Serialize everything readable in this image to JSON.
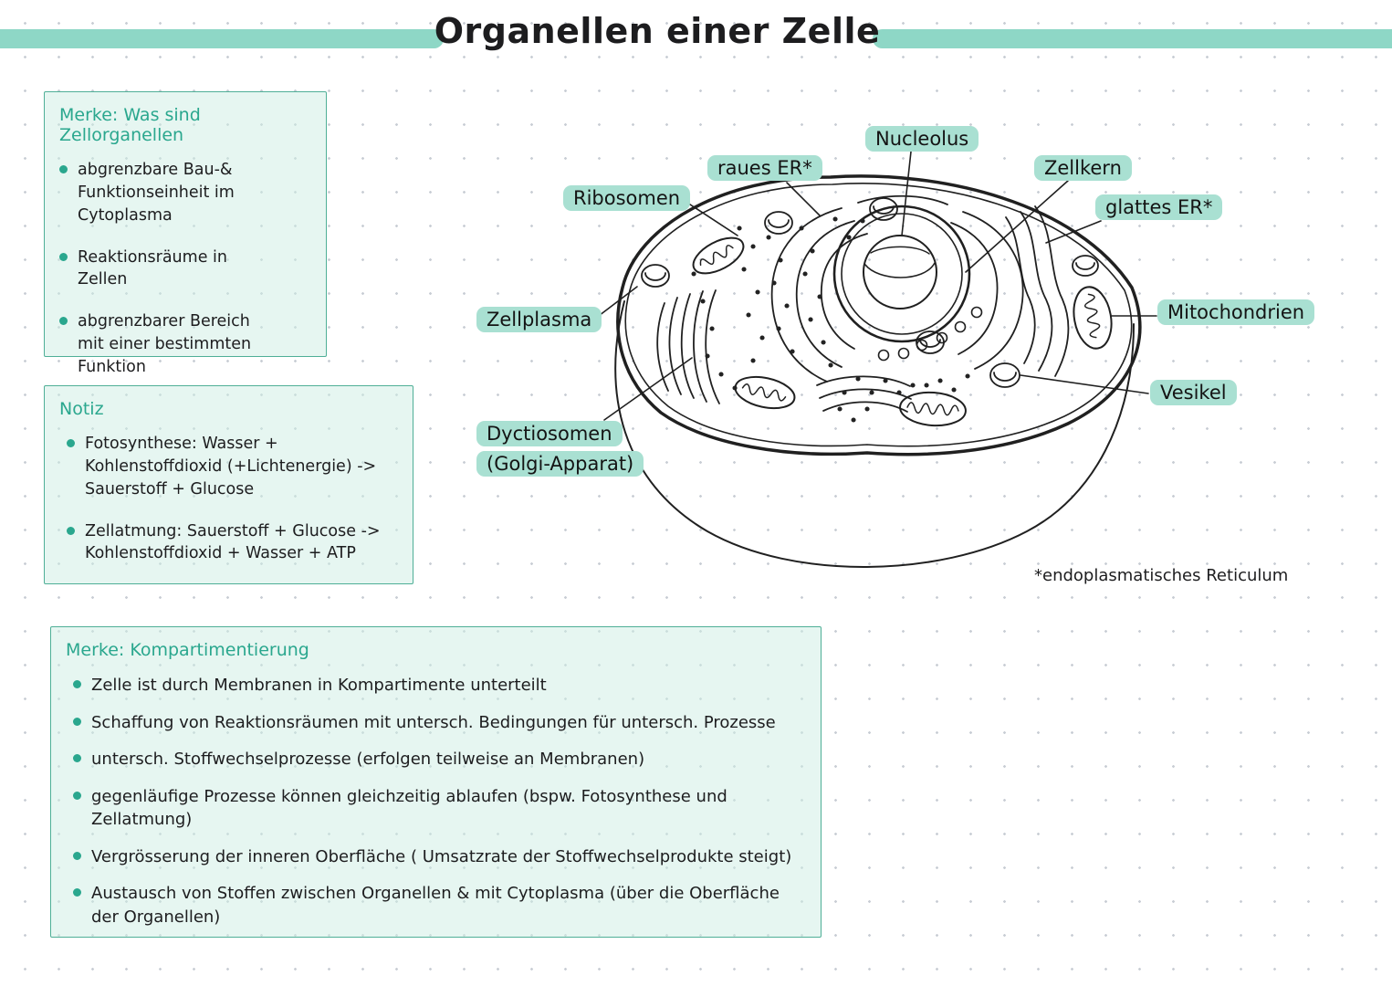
{
  "title": "Organellen einer Zelle",
  "boxes": {
    "merke1": {
      "heading": "Merke: Was sind Zellorganellen",
      "items": [
        "abgrenzbare Bau-& Funktionseinheit im Cytoplasma",
        "Reaktionsräume in Zellen",
        "abgrenzbarer Bereich mit einer bestimmten Funktion"
      ]
    },
    "notiz": {
      "heading": "Notiz",
      "items": [
        "Fotosynthese: Wasser + Kohlenstoffdioxid (+Lichtenergie) -> Sauerstoff + Glucose",
        "Zellatmung: Sauerstoff + Glucose -> Kohlenstoffdioxid + Wasser + ATP"
      ]
    },
    "komp": {
      "heading": "Merke: Kompartimentierung",
      "items": [
        "Zelle ist durch Membranen in Kompartimente unterteilt",
        "Schaffung von Reaktionsräumen mit untersch. Bedingungen für untersch. Prozesse",
        "untersch. Stoffwechselprozesse (erfolgen teilweise an Membranen)",
        "gegenläufige Prozesse können gleichzeitig ablaufen (bspw. Fotosynthese und Zellatmung)",
        "Vergrösserung der inneren Oberfläche ( Umsatzrate der Stoffwechselprodukte steigt)",
        "Austausch von Stoffen zwischen Organellen & mit Cytoplasma (über die Oberfläche der Organellen)"
      ]
    }
  },
  "diagram": {
    "labels": {
      "nucleolus": "Nucleolus",
      "raues_er": "raues ER*",
      "ribosomen": "Ribosomen",
      "zellkern": "Zellkern",
      "glattes_er": "glattes ER*",
      "zellplasma": "Zellplasma",
      "mitochondrien": "Mitochondrien",
      "vesikel": "Vesikel",
      "dyctiosomen": "Dyctiosomen",
      "golgi": "(Golgi-Apparat)"
    },
    "footnote": "*endoplasmatisches Reticulum"
  },
  "colors": {
    "highlight": "#a9e0d2",
    "accent": "#2aa78e",
    "bar": "#8ed7c6",
    "box_bg": "#cdeee380",
    "box_border": "#4faf97",
    "ink": "#1d1d1f"
  }
}
